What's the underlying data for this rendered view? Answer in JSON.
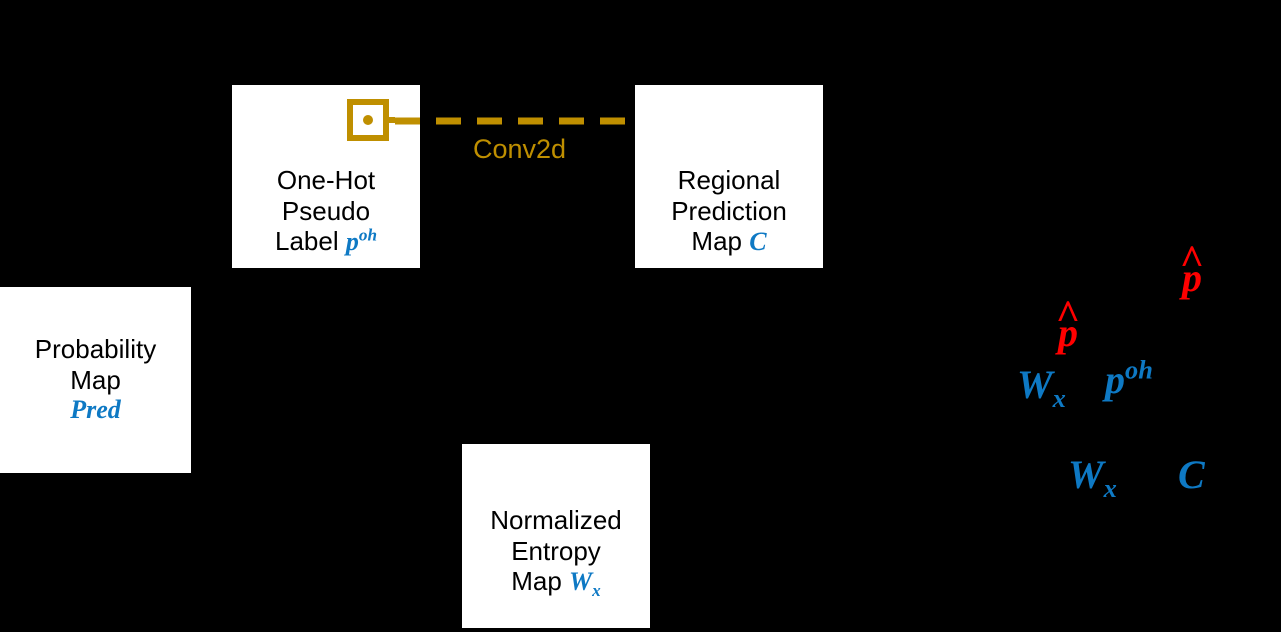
{
  "figure": {
    "background_color": "#000000",
    "accent_gold": "#BF8F00",
    "accent_blue": "#0E79C4",
    "accent_red": "#FF0000",
    "box_fill": "#FFFFFF",
    "box_text_color": "#000000"
  },
  "boxes": {
    "probability_map": {
      "line1": "Probability",
      "line2": "Map",
      "symbol": "Pred"
    },
    "one_hot_pseudo_label": {
      "line1": "One-Hot",
      "line2": "Pseudo",
      "line3_prefix": "Label ",
      "symbol_base": "p",
      "symbol_sup": "oh"
    },
    "regional_prediction_map": {
      "line1": "Regional",
      "line2": "Prediction",
      "line3_prefix": "Map ",
      "symbol": "C"
    },
    "normalized_entropy_map": {
      "line1": "Normalized",
      "line2": "Entropy",
      "line3_prefix": "Map ",
      "symbol_base": "W",
      "symbol_sub": "x"
    }
  },
  "edges": {
    "conv2d": {
      "label": "Conv2d",
      "style": "dashed",
      "color": "#BF8F00",
      "arrowhead": "open-chevron-with-dot"
    }
  },
  "icons": {
    "kernel": {
      "name": "conv-kernel-icon",
      "color": "#BF8F00",
      "description": "square outline with center dot and right tab"
    }
  },
  "formula_fragments": [
    {
      "id": "phat-1",
      "base": "p",
      "accent": "hat",
      "color": "#FF0000"
    },
    {
      "id": "phat-2",
      "base": "p",
      "accent": "hat",
      "color": "#FF0000"
    },
    {
      "id": "wx-1",
      "base": "W",
      "sub": "x",
      "color": "#0E79C4"
    },
    {
      "id": "poh",
      "base": "p",
      "sup": "oh",
      "color": "#0E79C4"
    },
    {
      "id": "wx-2",
      "base": "W",
      "sub": "x",
      "color": "#0E79C4"
    },
    {
      "id": "c",
      "base": "C",
      "color": "#0E79C4"
    }
  ],
  "symbols": {
    "phat": "p",
    "hat_mark": "̂",
    "hat_glyph": "^",
    "wx_base": "W",
    "wx_sub": "x",
    "poh_base": "p",
    "poh_sup": "oh",
    "c": "C"
  }
}
